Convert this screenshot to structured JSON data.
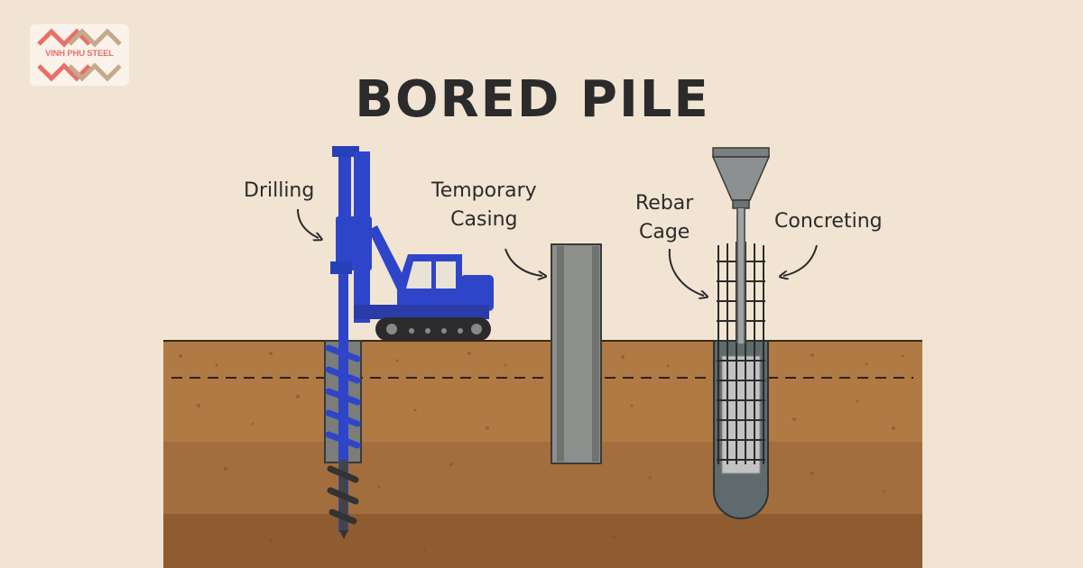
{
  "brand": {
    "name": "VINH PHU STEEL"
  },
  "title": "BORED PILE",
  "steps": {
    "drilling": "Drilling",
    "casing_line1": "Temporary",
    "casing_line2": "Casing",
    "rebar_line1": "Rebar",
    "rebar_line2": "Cage",
    "concreting": "Concreting"
  },
  "colors": {
    "background": "#f1e4d2",
    "soil_top": "#b07a45",
    "soil_middle": "#a36e3d",
    "soil_bottom": "#8e5c30",
    "rig_blue": "#2f45c9",
    "casing_gray": "#8c8f8c",
    "concrete_gray": "#bdbdbd",
    "logo_red": "#e8706a",
    "logo_tan": "#c6a98c"
  },
  "icons": [
    "drilling-rig-icon",
    "auger-icon",
    "casing-icon",
    "concrete-hopper-icon",
    "rebar-cage-icon"
  ]
}
